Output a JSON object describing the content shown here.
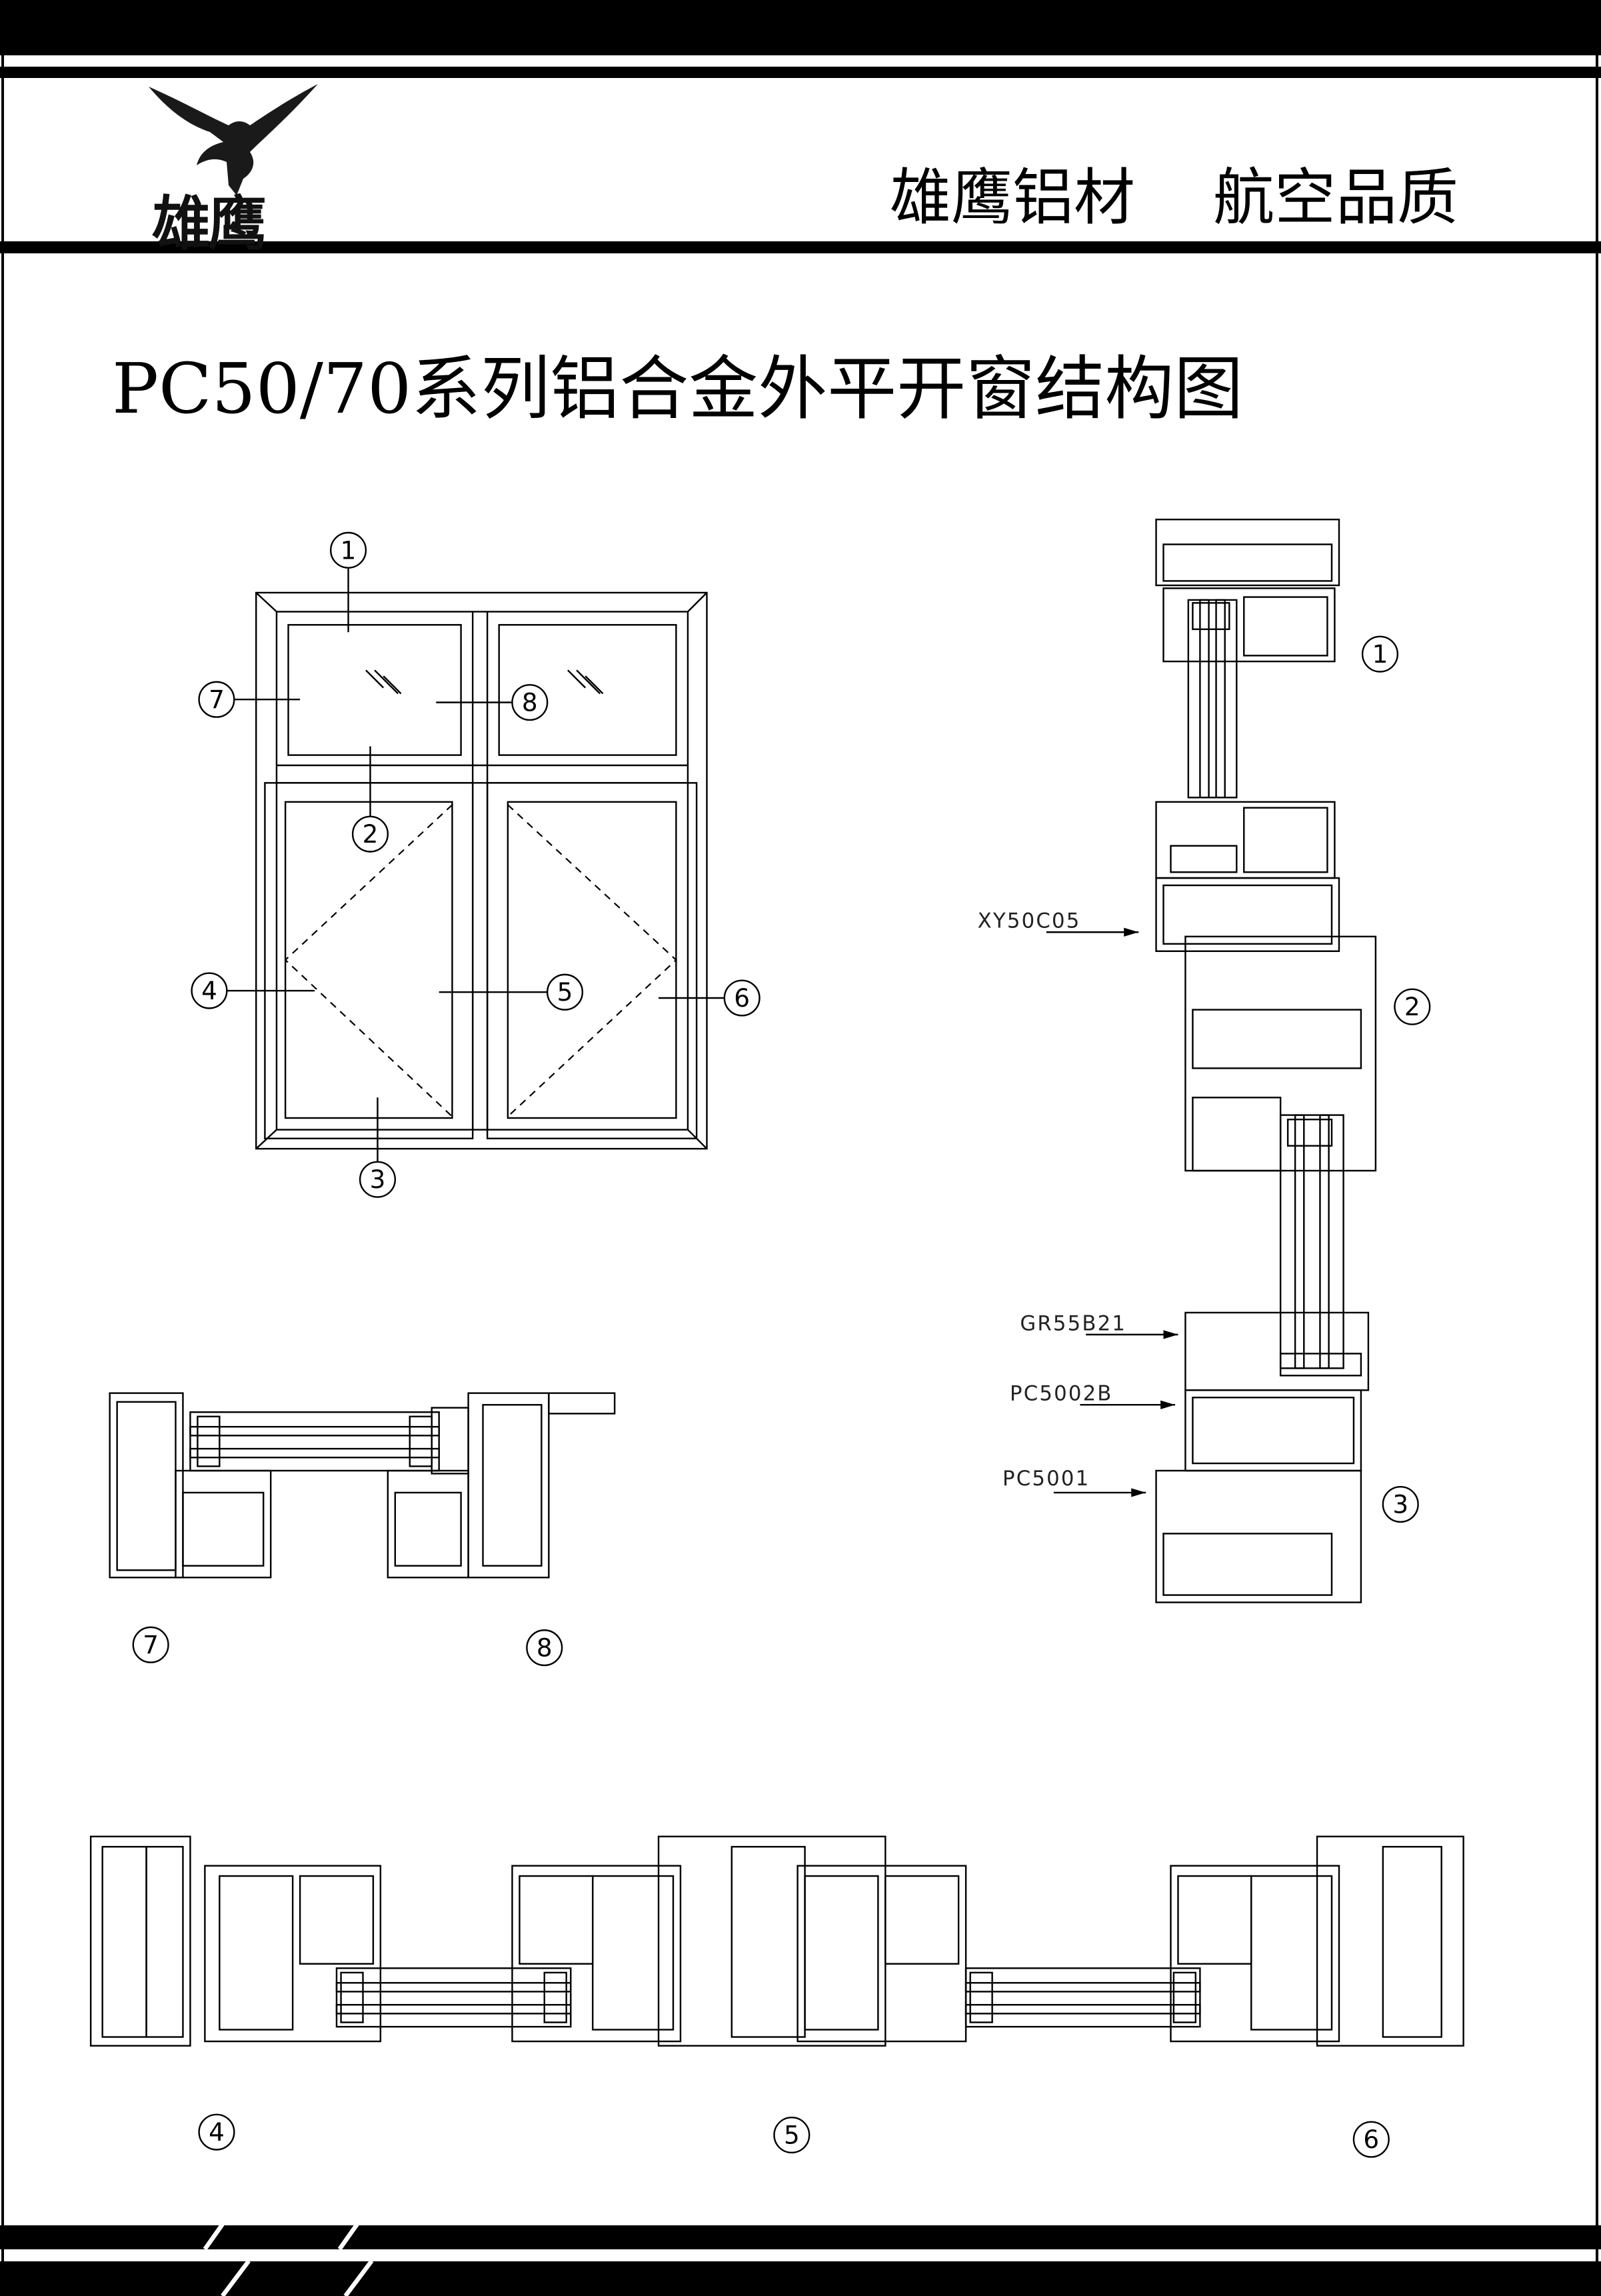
{
  "header": {
    "logo_text": "雄鹰",
    "slogan": "雄鹰铝材    航空品质"
  },
  "title": "PC50/70系列铝合金外平开窗结构图",
  "elevation": {
    "callouts": [
      "1",
      "2",
      "3",
      "4",
      "5",
      "6",
      "7",
      "8"
    ]
  },
  "vertical_section": {
    "callouts": [
      "1",
      "2",
      "3"
    ],
    "profiles": [
      "XY50C05",
      "GR55B21",
      "PC5002B",
      "PC5001"
    ]
  },
  "section_7_8": {
    "callouts": [
      "7",
      "8"
    ]
  },
  "section_4_5_6": {
    "callouts": [
      "4",
      "5",
      "6"
    ]
  },
  "colors": {
    "ink": "#000000",
    "paper": "#ffffff"
  }
}
